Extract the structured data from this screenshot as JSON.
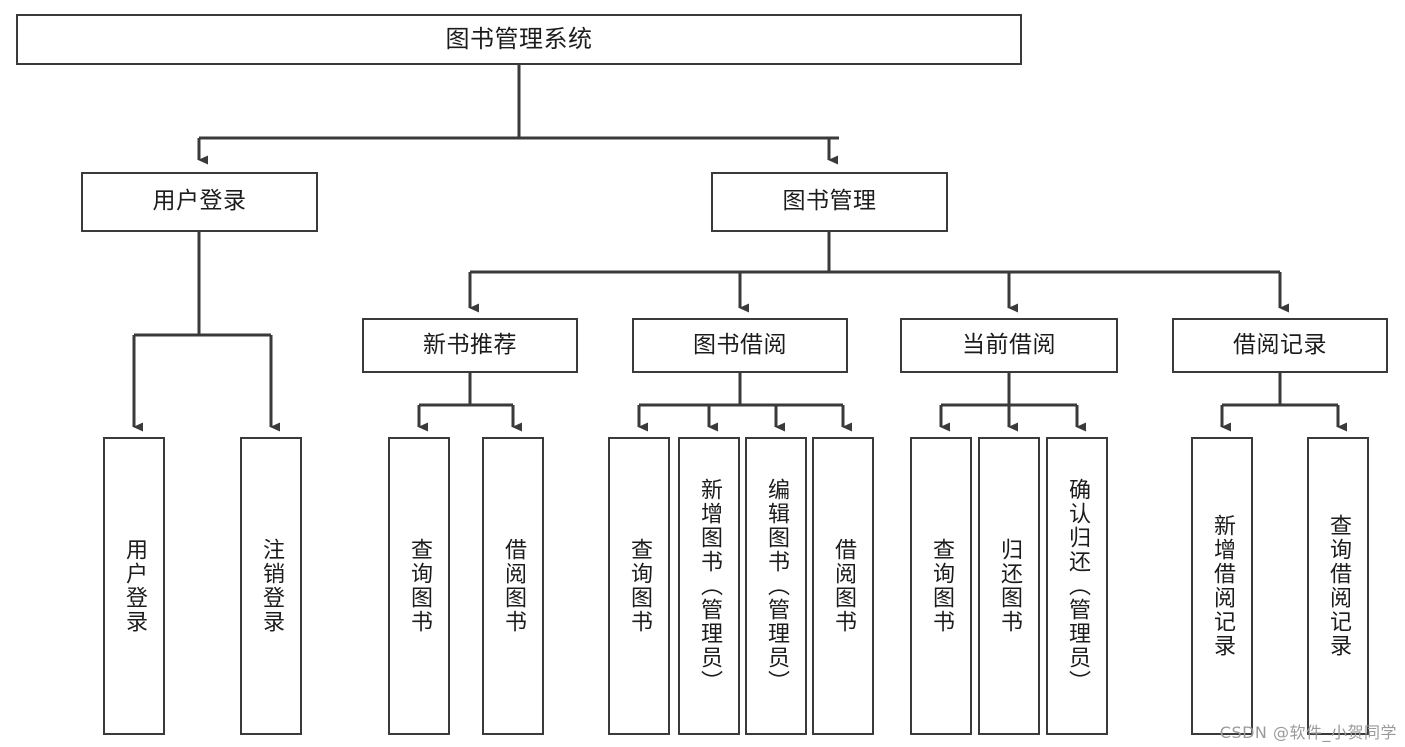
{
  "diagram": {
    "title": "图书管理系统",
    "type": "tree",
    "orientation": "top-down",
    "colors": {
      "box_border": "#3a3a3a",
      "box_fill": "#ffffff",
      "connector": "#3a3a3a",
      "text": "#1c1c1c",
      "watermark": "#9a9a9a",
      "background": "#ffffff"
    },
    "root": {
      "id": "root",
      "label": "图书管理系统",
      "orientation": "horizontal"
    },
    "level2": [
      {
        "id": "user-login",
        "label": "用户登录",
        "orientation": "horizontal"
      },
      {
        "id": "book-management",
        "label": "图书管理",
        "orientation": "horizontal"
      }
    ],
    "level3": [
      {
        "id": "new-book-recommend",
        "label": "新书推荐",
        "orientation": "horizontal",
        "parent": "book-management"
      },
      {
        "id": "book-borrow",
        "label": "图书借阅",
        "orientation": "horizontal",
        "parent": "book-management"
      },
      {
        "id": "current-borrow",
        "label": "当前借阅",
        "orientation": "horizontal",
        "parent": "book-management"
      },
      {
        "id": "borrow-record",
        "label": "借阅记录",
        "orientation": "horizontal",
        "parent": "book-management"
      }
    ],
    "leaves": {
      "user-login": [
        {
          "id": "leaf-user-login",
          "label": "用户登录"
        },
        {
          "id": "leaf-logout-login",
          "label": "注销登录"
        }
      ],
      "new-book-recommend": [
        {
          "id": "leaf-query-book-1",
          "label": "查询图书"
        },
        {
          "id": "leaf-borrow-book-1",
          "label": "借阅图书"
        }
      ],
      "book-borrow": [
        {
          "id": "leaf-query-book-2",
          "label": "查询图书"
        },
        {
          "id": "leaf-add-book",
          "label": "新增图书（管理员）"
        },
        {
          "id": "leaf-edit-book",
          "label": "编辑图书（管理员）"
        },
        {
          "id": "leaf-borrow-book-2",
          "label": "借阅图书"
        }
      ],
      "current-borrow": [
        {
          "id": "leaf-query-book-3",
          "label": "查询图书"
        },
        {
          "id": "leaf-return-book",
          "label": "归还图书"
        },
        {
          "id": "leaf-confirm-return",
          "label": "确认归还（管理员）"
        }
      ],
      "borrow-record": [
        {
          "id": "leaf-add-record",
          "label": "新增借阅记录"
        },
        {
          "id": "leaf-query-record",
          "label": "查询借阅记录"
        }
      ]
    }
  },
  "watermark": {
    "text": "CSDN @软件_小贺同学"
  }
}
